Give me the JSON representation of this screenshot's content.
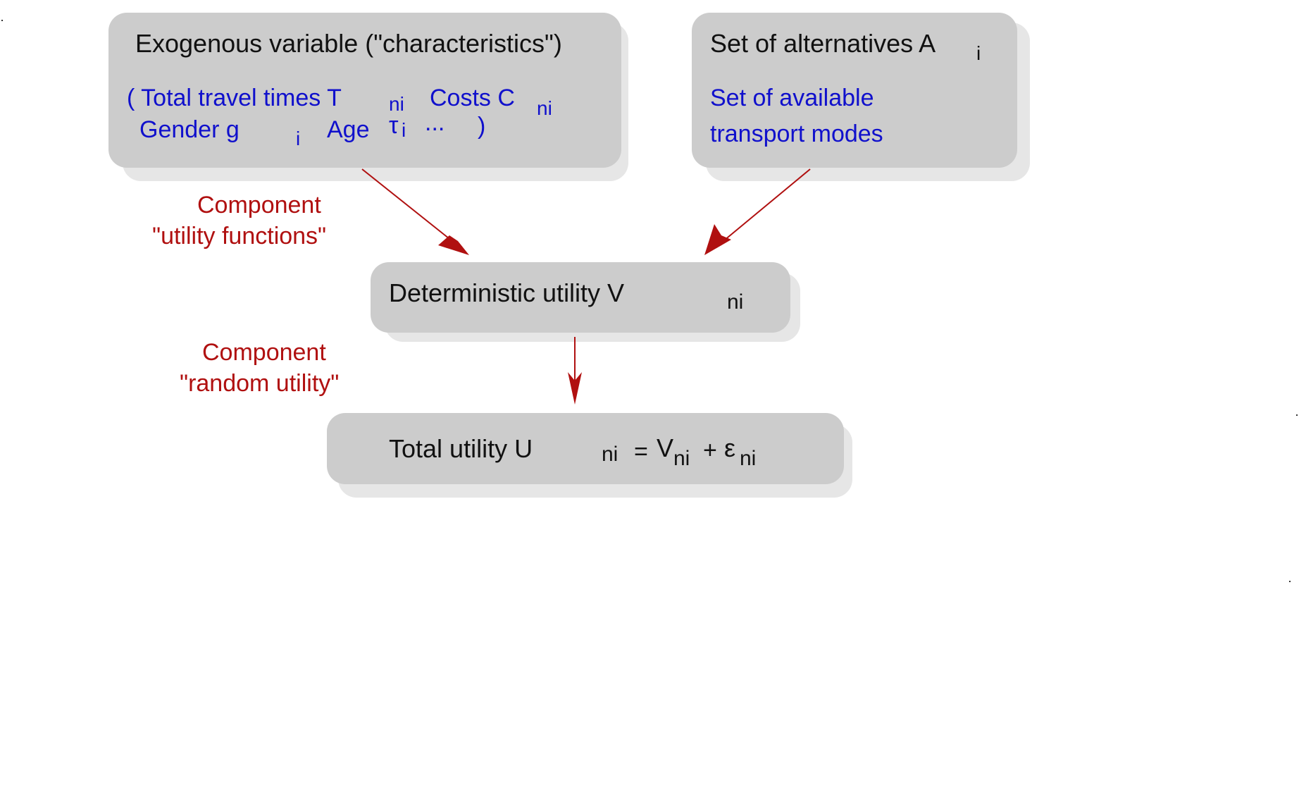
{
  "exogenous": {
    "title": "Exogenous variable (\"characteristics\")",
    "travel_times_label": "( Total travel times T",
    "travel_times_sub": "ni",
    "costs_label": "Costs C",
    "costs_sub": "ni",
    "gender_label": "Gender g",
    "gender_sub": "i",
    "age_label": "Age",
    "age_symbol": "τ",
    "age_sub": "i",
    "ellipsis": "...",
    "close_paren": ")"
  },
  "alternatives": {
    "title": "Set of alternatives A",
    "title_sub": "i",
    "desc_line1": "Set of available",
    "desc_line2": "transport modes"
  },
  "component_utility": {
    "line1": "Component",
    "line2": "\"utility functions\""
  },
  "deterministic": {
    "title": "Deterministic utility V",
    "title_sub": "ni"
  },
  "component_random": {
    "line1": "Component",
    "line2": "\"random utility\""
  },
  "total": {
    "title": "Total utility U",
    "title_sub": "ni",
    "equals": "=",
    "v": "V",
    "v_sub": "ni",
    "plus": "+",
    "epsilon": "ε",
    "epsilon_sub": "ni"
  },
  "colors": {
    "box": "#cccccc",
    "shadow": "#e6e6e6",
    "arrow": "#b01010",
    "blue_text": "#1010cc",
    "red_text": "#b01010"
  }
}
